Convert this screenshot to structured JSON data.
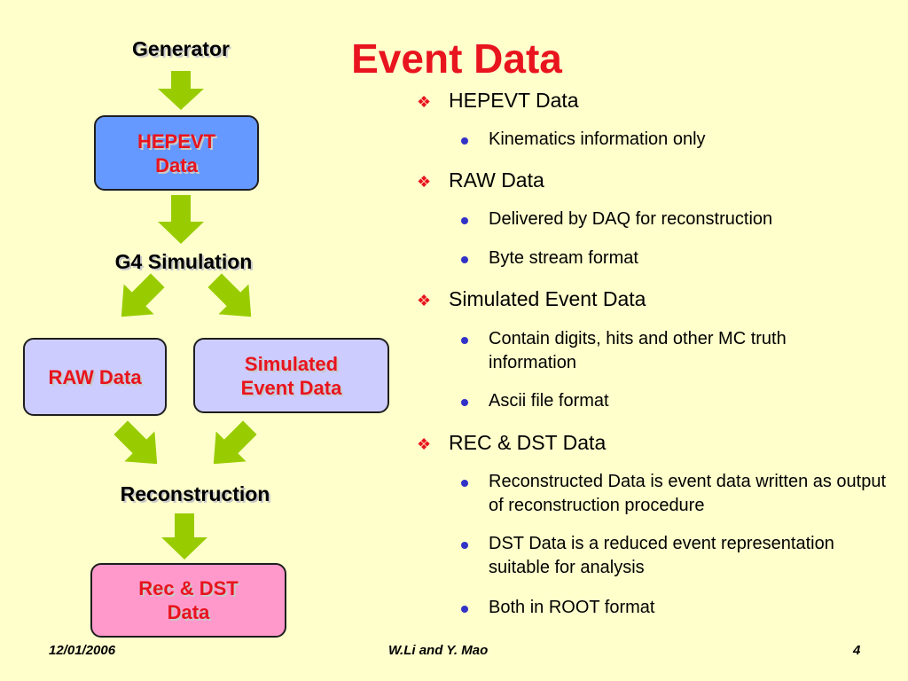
{
  "title": "Event Data",
  "flow": {
    "generator": "Generator",
    "hepevt_box": [
      "HEPEVT",
      "Data"
    ],
    "g4_simulation": "G4 Simulation",
    "raw_box": "RAW Data",
    "simulated_box": [
      "Simulated",
      "Event Data"
    ],
    "reconstruction": "Reconstruction",
    "rec_box": [
      "Rec & DST",
      "Data"
    ]
  },
  "colors": {
    "title": "#e8141e",
    "arrow": "#99cc00",
    "hepevt_box": "#6699ff",
    "raw_box": "#ccccff",
    "simulated_box": "#ccccff",
    "rec_box": "#ff99cc",
    "background": "#ffffcc"
  },
  "bullets": [
    {
      "label": "HEPEVT Data",
      "items": [
        "Kinematics information only"
      ]
    },
    {
      "label": "RAW Data",
      "items": [
        "Delivered by DAQ for reconstruction",
        "Byte stream format"
      ]
    },
    {
      "label": "Simulated Event Data",
      "items": [
        "Contain digits, hits and other MC truth information",
        "Ascii file format"
      ]
    },
    {
      "label": "REC & DST Data",
      "items": [
        "Reconstructed Data is event data written as output of reconstruction procedure",
        "DST Data is a reduced event representation suitable for analysis",
        "Both in ROOT format"
      ]
    }
  ],
  "footer": {
    "date": "12/01/2006",
    "authors": "W.Li and Y. Mao",
    "page": "4"
  }
}
